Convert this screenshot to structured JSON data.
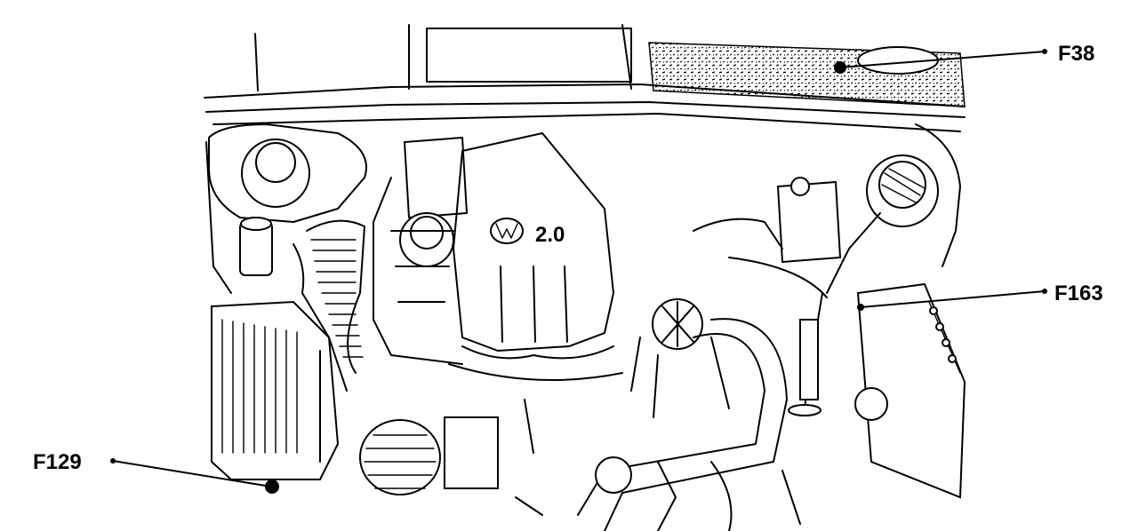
{
  "callouts": [
    {
      "id": "f38",
      "label": "F38"
    },
    {
      "id": "f163",
      "label": "F163"
    },
    {
      "id": "f129",
      "label": "F129"
    }
  ],
  "engine_badge": {
    "text": "2.0"
  },
  "colors": {
    "ink": "#000000",
    "paper": "#ffffff"
  }
}
